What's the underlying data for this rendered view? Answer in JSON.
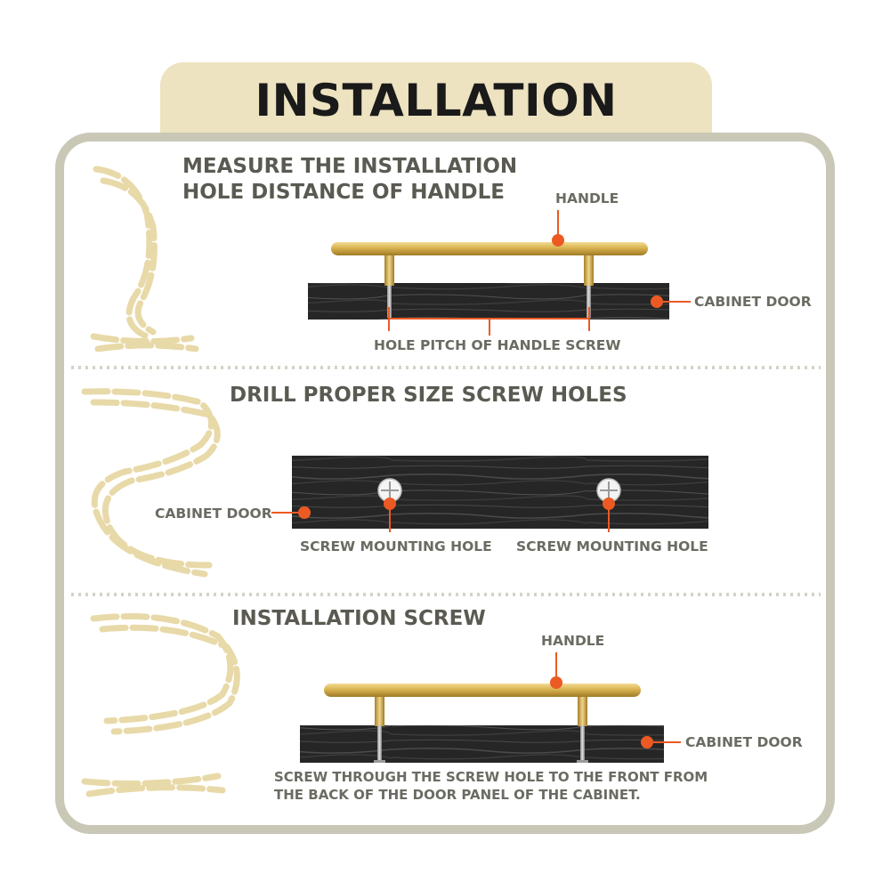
{
  "header": {
    "title": "INSTALLATION DIAGRAM"
  },
  "steps": [
    {
      "heading_line1": "MEASURE THE INSTALLATION",
      "heading_line2": "HOLE DISTANCE OF HANDLE",
      "labels": {
        "handle": "HANDLE",
        "cabinet_door": "CABINET DOOR",
        "hole_pitch": "HOLE PITCH OF HANDLE SCREW"
      }
    },
    {
      "heading": "DRILL PROPER SIZE SCREW HOLES",
      "labels": {
        "cabinet_door": "CABINET DOOR",
        "hole_left": "SCREW MOUNTING HOLE",
        "hole_right": "SCREW MOUNTING HOLE"
      }
    },
    {
      "heading": "INSTALLATION SCREW",
      "labels": {
        "handle": "HANDLE",
        "cabinet_door": "CABINET DOOR"
      },
      "note_line1": "SCREW THROUGH THE SCREW HOLE TO THE FRONT FROM",
      "note_line2": "THE BACK OF THE DOOR PANEL OF THE CABINET."
    }
  ],
  "colors": {
    "accent": "#ec5a24",
    "frame": "#c9c8b6",
    "tab": "#ede3c0",
    "rope": "#e8d9a8",
    "text": "#5a5a52",
    "wood": "#2b2b2b",
    "brass": "#d6b25a"
  }
}
